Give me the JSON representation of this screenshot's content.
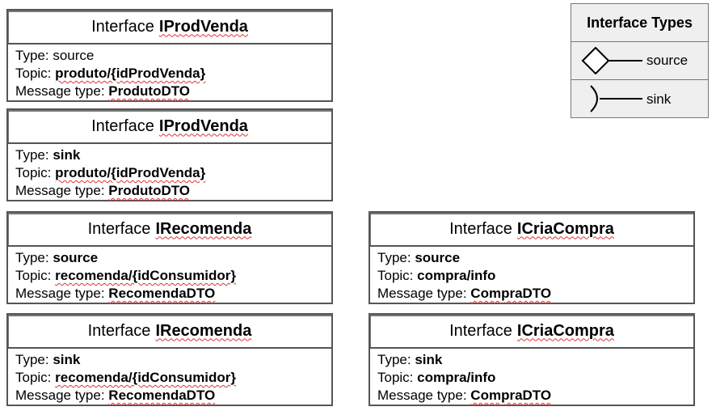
{
  "cards": [
    {
      "title_prefix": "Interface",
      "title_name": "IProdVenda",
      "type_label": "Type:",
      "type_value": "source",
      "topic_label": "Topic:",
      "topic_value": "produto/{idProdVenda}",
      "msg_label": "Message type:",
      "msg_value": "ProdutoDTO"
    },
    {
      "title_prefix": "Interface",
      "title_name": "IProdVenda",
      "type_label": "Type:",
      "type_value": "sink",
      "topic_label": "Topic:",
      "topic_value": "produto/{idProdVenda}",
      "msg_label": "Message type:",
      "msg_value": "ProdutoDTO"
    },
    {
      "title_prefix": "Interface",
      "title_name": "IRecomenda",
      "type_label": "Type:",
      "type_value": "source",
      "topic_label": "Topic:",
      "topic_value": "recomenda/{idConsumidor}",
      "msg_label": "Message type:",
      "msg_value": "RecomendaDTO"
    },
    {
      "title_prefix": "Interface",
      "title_name": "ICriaCompra",
      "type_label": "Type:",
      "type_value": "source",
      "topic_label": "Topic:",
      "topic_value": "compra/info",
      "msg_label": "Message type:",
      "msg_value": "CompraDTO"
    },
    {
      "title_prefix": "Interface",
      "title_name": "IRecomenda",
      "type_label": "Type:",
      "type_value": "sink",
      "topic_label": "Topic:",
      "topic_value": "recomenda/{idConsumidor}",
      "msg_label": "Message type:",
      "msg_value": "RecomendaDTO"
    },
    {
      "title_prefix": "Interface",
      "title_name": "ICriaCompra",
      "type_label": "Type:",
      "type_value": "sink",
      "topic_label": "Topic:",
      "topic_value": "compra/info",
      "msg_label": "Message type:",
      "msg_value": "CompraDTO"
    }
  ],
  "legend": {
    "title": "Interface Types",
    "items": [
      {
        "label": "source",
        "icon": "diamond-connector-icon"
      },
      {
        "label": "sink",
        "icon": "chevron-connector-icon"
      }
    ]
  }
}
